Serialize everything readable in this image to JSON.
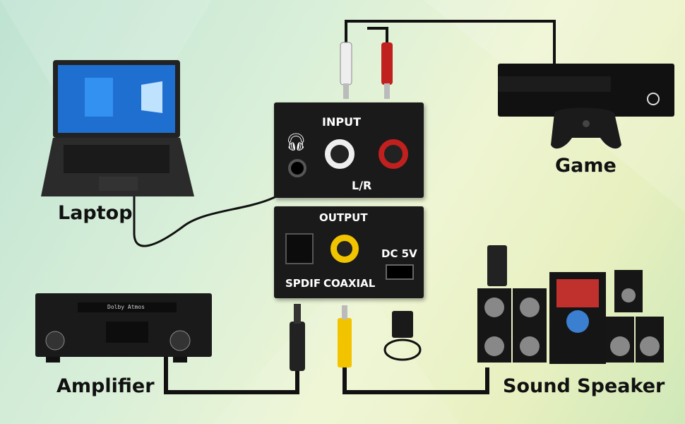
{
  "labels": {
    "laptop": "Laptop",
    "game": "Game",
    "amplifier": "Amplifier",
    "sound_speaker": "Sound Speaker"
  },
  "input_box": {
    "title": "INPUT",
    "lr": "L/R"
  },
  "output_box": {
    "title": "OUTPUT",
    "spdif": "SPDIF",
    "coaxial": "COAXIAL",
    "dc": "DC 5V"
  },
  "amplifier_display": "Dolby Atmos",
  "colors": {
    "rca_red": "#c0201e",
    "rca_white": "#eeeeee",
    "coax_yellow": "#f2c400",
    "box": "#1a1a1a"
  }
}
